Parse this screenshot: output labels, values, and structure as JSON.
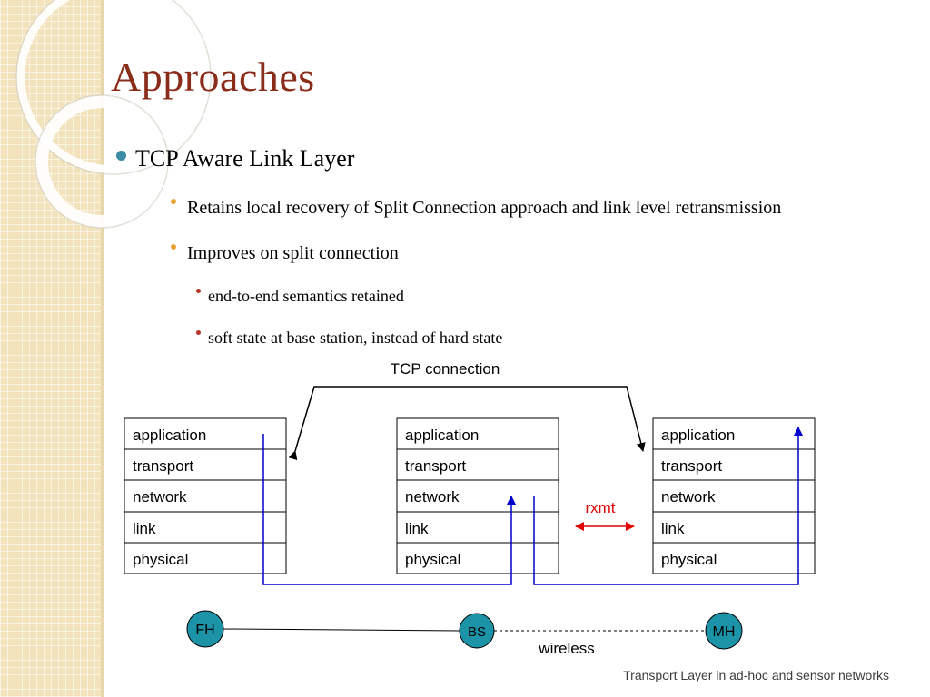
{
  "title": "Approaches",
  "bullets": {
    "main": "TCP Aware Link Layer",
    "sub1": "Retains local recovery of Split Connection approach and link level retransmission",
    "sub2": "Improves on split connection",
    "sub2_1": "end-to-end semantics retained",
    "sub2_2": "soft state at base station, instead of hard state"
  },
  "diagram": {
    "connection_label": "TCP connection",
    "layers": [
      "application",
      "transport",
      "network",
      "link",
      "physical"
    ],
    "rxmt_label": "rxmt",
    "nodes": {
      "fh": "FH",
      "bs": "BS",
      "mh": "MH"
    },
    "wireless_label": "wireless",
    "colors": {
      "path": "#0000cc",
      "rxmt": "#e00000",
      "node": "#1d93a8"
    }
  },
  "footer": "Transport Layer in ad-hoc and sensor networks"
}
